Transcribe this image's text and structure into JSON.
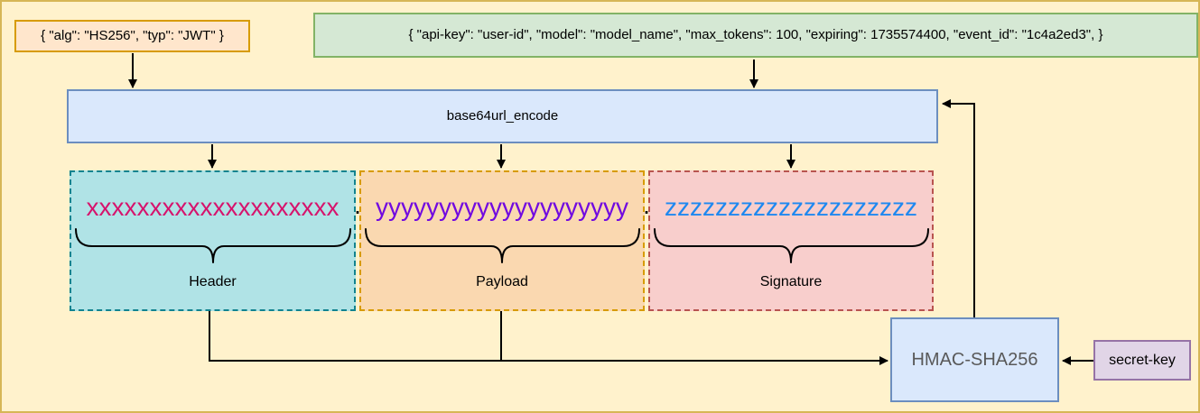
{
  "inputs": {
    "header_json": "{ \"alg\": \"HS256\", \"typ\": \"JWT\" }",
    "payload_json": "{ \"api-key\": \"user-id\", \"model\": \"model_name\", \"max_tokens\": 100, \"expiring\": 1735574400, \"event_id\": \"1c4a2ed3\", }"
  },
  "encode": {
    "label": "base64url_encode"
  },
  "token": {
    "separator": ".",
    "header": {
      "letters": "xxxxxxxxxxxxxxxxxxxx",
      "label": "Header"
    },
    "payload": {
      "letters": "yyyyyyyyyyyyyyyyyyyy",
      "label": "Payload"
    },
    "signature": {
      "letters": "zzzzzzzzzzzzzzzzzzzz",
      "label": "Signature"
    }
  },
  "hmac": {
    "label": "HMAC-SHA256"
  },
  "secret": {
    "label": "secret-key"
  },
  "colors": {
    "canvas_bg": "#fff2cc",
    "canvas_border": "#d6b656",
    "header_json_fill": "#ffe6cc",
    "header_json_border": "#d79b00",
    "payload_json_fill": "#d5e8d4",
    "payload_json_border": "#82b366",
    "encode_fill": "#dae8fc",
    "encode_border": "#6c8ebf",
    "header_token_fill": "#b0e3e6",
    "header_token_border": "#11838f",
    "payload_token_fill": "#fad8b0",
    "payload_token_border": "#d79b00",
    "signature_token_fill": "#f8cecc",
    "signature_token_border": "#b85450",
    "hmac_fill": "#dae8fc",
    "hmac_border": "#6c8ebf",
    "hmac_text": "#595959",
    "secret_fill": "#e1d5e7",
    "secret_border": "#9673a6",
    "x_letters": "#d6146d",
    "y_letters": "#7109e0",
    "z_letters": "#1e88f0",
    "connector": "#000000"
  }
}
